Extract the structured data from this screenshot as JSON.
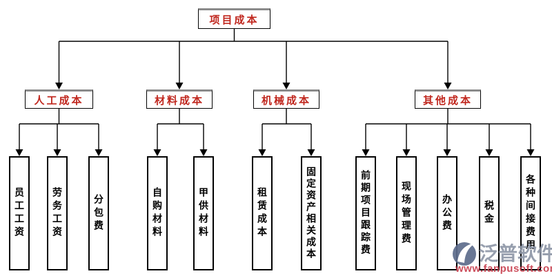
{
  "tree": {
    "root": {
      "label": "项目成本"
    },
    "branches": [
      {
        "label": "人工成本",
        "children": [
          "员工工资",
          "劳务工资",
          "分包费"
        ]
      },
      {
        "label": "材料成本",
        "children": [
          "自购材料",
          "甲供材料"
        ]
      },
      {
        "label": "机械成本",
        "children": [
          "租赁成本",
          "固定资产相关成本"
        ]
      },
      {
        "label": "其他成本",
        "children": [
          "前期项目跟踪费",
          "现场管理费",
          "办公费",
          "税金",
          "各种间接费用"
        ]
      }
    ]
  },
  "watermark": {
    "logo_icon": "fanpu-logo",
    "brand": "泛普软件",
    "url": "www.fanpusoft.com",
    "brand_color": "#8f97a8",
    "url_color": "#c8404f",
    "logo_color": "#5d6c8c"
  },
  "colors": {
    "branch_text": "#c0271e",
    "leaf_text": "#000000",
    "line": "#000000",
    "box_top_shadow": "#8a8a8a",
    "background": "#ffffff"
  }
}
